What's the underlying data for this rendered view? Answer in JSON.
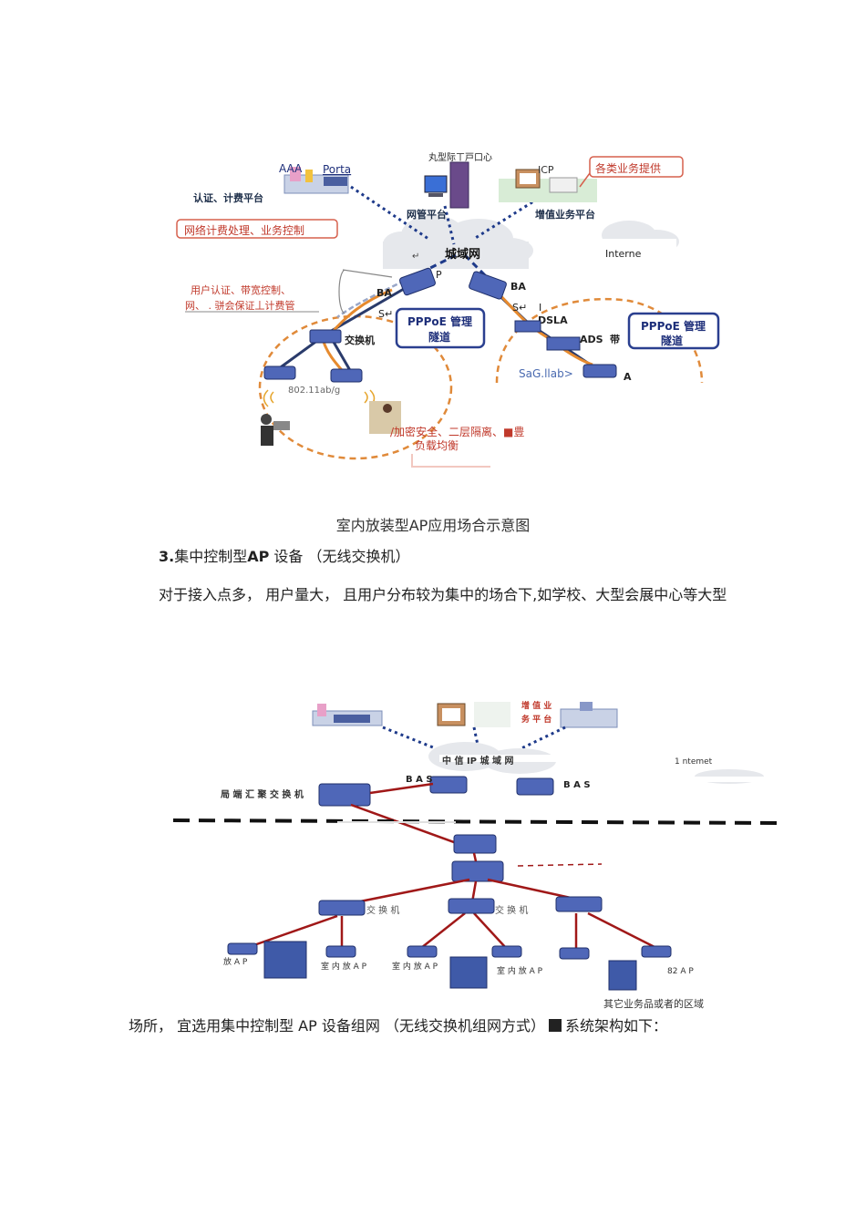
{
  "diagram1": {
    "labels": {
      "aaa": "AAA",
      "portal": "Porta",
      "auth_platform": "认证、计费平台",
      "billing_box": "网络计费处理、业务控制",
      "nms_center": "丸型际ㄒ戸口心",
      "nms_platform": "网管平台",
      "icp": "ICP",
      "services_box": "各类业务提供",
      "vas_platform": "增值业务平台",
      "metro": "城域网",
      "internet": "Interne",
      "p_label": "P",
      "ba_left": "BA",
      "s_left": "S↵",
      "ba_right": "BA",
      "s_right": "S↵",
      "i_label": "I",
      "dsla": "DSLA",
      "user_auth_1": "用户认证、带宽控制、",
      "user_auth_2": "网、 . 骈会保证丄计费管",
      "switch": "交换机",
      "pppoe_left_1": "PPPoE 管理",
      "pppoe_left_2": "隧道",
      "pppoe_right_1": "PPPoE 管理",
      "pppoe_right_2": "隧道",
      "ads": "ADS",
      "band": "带",
      "a_label": "A",
      "sag": "SaG.llab>",
      "wlan": "802.11ab/g",
      "security_1": "/加密安全、二层隔离、■豊",
      "security_2": "负载均衡"
    }
  },
  "caption": "室内放装型AP应用场合示意图",
  "section": {
    "number": "3.",
    "title_pre": "集中控制型",
    "title_bold": "AP",
    "title_post": " 设备 （无线交换机）"
  },
  "paragraph1": "对于接入点多， 用户量大， 且用户分布较为集中的场合下,如学校、大型会展中心等大型",
  "diagram2": {
    "labels": {
      "vas": "增 值 业",
      "vas2": "务 平 台",
      "metro_ip": "中 信 IP 城 域 网",
      "internet": "1 ntemet",
      "bas1": "B A S",
      "bas2": "B A S",
      "agg_switch": "局 端 汇 聚 交 换 机",
      "switch1": "交 换 机",
      "switch2": "交 换 机",
      "indoor_ap1": "室 内 放 A P",
      "indoor_ap2": "室 内 放 A P",
      "indoor_ap3": "室 内 放 A P",
      "ap_left": "放 A P",
      "ap_right": "82 A P",
      "other_services": "其它业务品或者的区域"
    }
  },
  "paragraph2_pre": "场所， 宜选用集中控制型 AP 设备组网 （无线交换机组网方式）",
  "paragraph2_post": "系统架构如下："
}
